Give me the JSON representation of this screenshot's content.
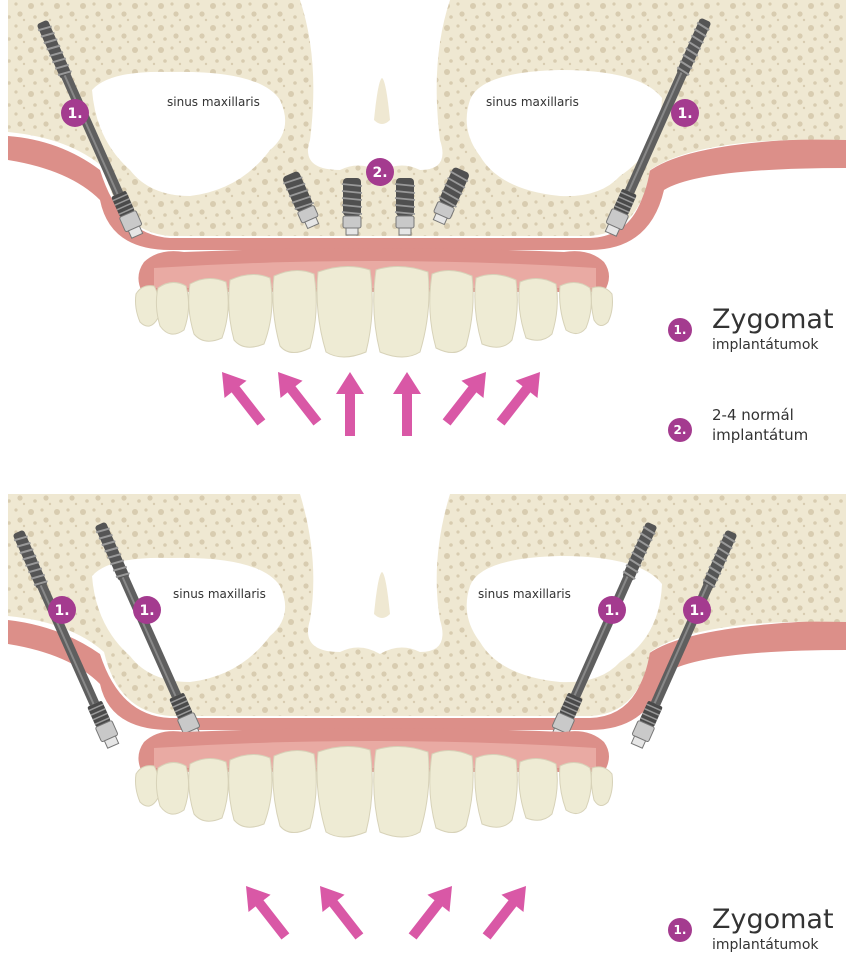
{
  "diagram": {
    "top": {
      "sinus_left": "sinus maxillaris",
      "sinus_right": "sinus maxillaris",
      "badges": [
        "1.",
        "1.",
        "2."
      ]
    },
    "bottom": {
      "sinus_left": "sinus maxillaris",
      "sinus_right": "sinus maxillaris",
      "badges": [
        "1.",
        "1.",
        "1.",
        "1."
      ]
    }
  },
  "legend_top": {
    "item1": {
      "number": "1.",
      "title": "Zygomat",
      "subtitle": "implantátumok"
    },
    "item2": {
      "number": "2.",
      "line1": "2-4 normál",
      "line2": "implantátum"
    }
  },
  "legend_bottom": {
    "item1": {
      "number": "1.",
      "title": "Zygomat",
      "subtitle": "implantátumok"
    }
  },
  "colors": {
    "bone": "#efe8d2",
    "bone_pore": "#d8ccb0",
    "gum": "#dc8f89",
    "gum_light": "#e9aaa3",
    "tooth": "#eeebd4",
    "implant": "#5a5a5a",
    "badge": "#a43b8f",
    "arrow": "#d958a6"
  }
}
